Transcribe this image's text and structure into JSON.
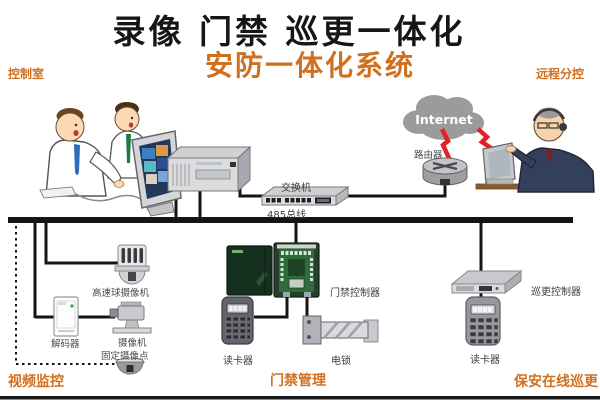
{
  "title": "录像 门禁 巡更一体化",
  "subtitle": "安防一体化系统",
  "zones": {
    "control_room": "控制室",
    "remote_branch": "远程分控",
    "video_surveillance": "视频监控",
    "access_management": "门禁管理",
    "patrol_online": "保安在线巡更"
  },
  "nodes": {
    "internet": "Internet",
    "router": "路由器",
    "switch": "交换机",
    "bus_485": "485总线",
    "speed_dome_camera": "高速球摄像机",
    "decoder": "解码器",
    "camera": "摄像机",
    "fixed_camera_point": "固定摄像点",
    "access_controller": "门禁控制器",
    "access_card_reader": "读卡器",
    "electric_lock": "电锁",
    "patrol_controller": "巡更控制器",
    "patrol_card_reader": "读卡器"
  },
  "colors": {
    "accent_orange": "#D06F1E",
    "title_black": "#161616",
    "line_black": "#141414",
    "lightning_red": "#E32029",
    "cloud_gray": "#9B9B9B",
    "cabinet_green": "#16301F",
    "pcb_green": "#2F6B3D"
  }
}
